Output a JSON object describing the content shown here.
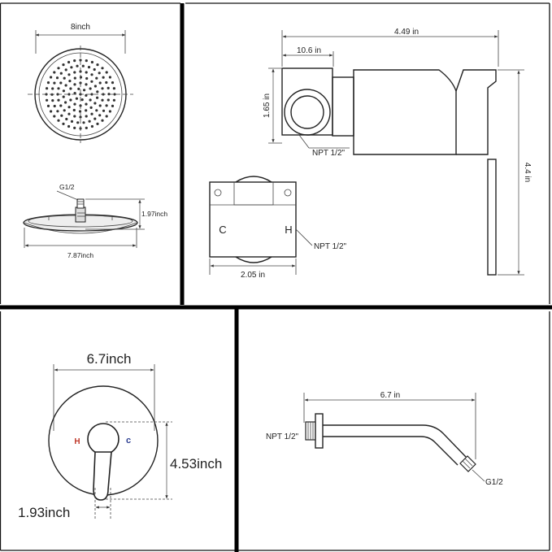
{
  "panels": {
    "shower_head": {
      "diameter_label": "8inch",
      "connector_label": "G1/2",
      "height_label": "1.97inch",
      "width_label": "7.87inch"
    },
    "valve_body": {
      "total_width_label": "4.49 in",
      "body_width_label": "10.6 in",
      "body_height_label": "1.65 in",
      "side_inlet_label": "NPT 1/2\"",
      "handle_height_label": "4.4 in",
      "cold_label": "C",
      "hot_label": "H",
      "front_inlet_label": "NPT 1/2\"",
      "bottom_width_label": "2.05 in"
    },
    "trim_plate": {
      "width_label": "6.7inch",
      "hot_label": "H",
      "cold_label": "c",
      "height_label": "4.53inch",
      "handle_width_label": "1.93inch",
      "hot_color": "#c0392b",
      "cold_color": "#2c3e91"
    },
    "shower_arm": {
      "length_label": "6.7 in",
      "wall_end_label": "NPT 1/2\"",
      "head_end_label": "G1/2"
    }
  }
}
